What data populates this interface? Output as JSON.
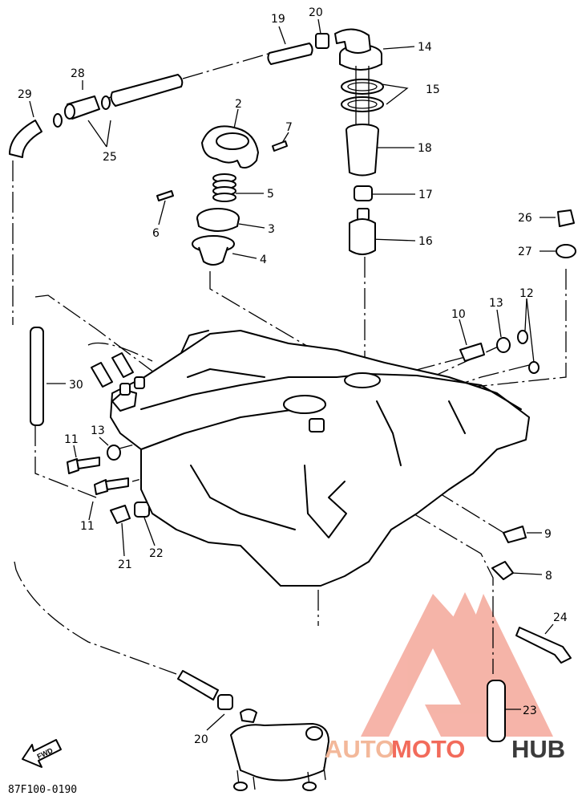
{
  "diagram": {
    "callouts": [
      {
        "id": "label-19",
        "text": "19"
      },
      {
        "id": "label-20-top",
        "text": "20"
      },
      {
        "id": "label-14",
        "text": "14"
      },
      {
        "id": "label-15",
        "text": "15"
      },
      {
        "id": "label-28",
        "text": "28"
      },
      {
        "id": "label-29",
        "text": "29"
      },
      {
        "id": "label-25",
        "text": "25"
      },
      {
        "id": "label-2",
        "text": "2"
      },
      {
        "id": "label-7",
        "text": "7"
      },
      {
        "id": "label-18",
        "text": "18"
      },
      {
        "id": "label-5",
        "text": "5"
      },
      {
        "id": "label-17",
        "text": "17"
      },
      {
        "id": "label-6",
        "text": "6"
      },
      {
        "id": "label-3",
        "text": "3"
      },
      {
        "id": "label-26",
        "text": "26"
      },
      {
        "id": "label-16",
        "text": "16"
      },
      {
        "id": "label-4",
        "text": "4"
      },
      {
        "id": "label-27",
        "text": "27"
      },
      {
        "id": "label-10",
        "text": "10"
      },
      {
        "id": "label-13-right",
        "text": "13"
      },
      {
        "id": "label-12",
        "text": "12"
      },
      {
        "id": "label-30",
        "text": "30"
      },
      {
        "id": "label-11-top",
        "text": "11"
      },
      {
        "id": "label-13-left",
        "text": "13"
      },
      {
        "id": "label-11-bottom",
        "text": "11"
      },
      {
        "id": "label-9",
        "text": "9"
      },
      {
        "id": "label-21",
        "text": "21"
      },
      {
        "id": "label-22",
        "text": "22"
      },
      {
        "id": "label-8",
        "text": "8"
      },
      {
        "id": "label-24",
        "text": "24"
      },
      {
        "id": "label-23",
        "text": "23"
      },
      {
        "id": "label-20-bottom",
        "text": "20"
      }
    ],
    "fwd_label": "FWD",
    "figure_code": "87F100-0190"
  },
  "watermark": {
    "part_a": "AUTO",
    "part_b": "MOTO",
    "part_c": "HUB",
    "colors": {
      "triangle": "#f4a79a",
      "auto": "#f3b89a",
      "moto": "#f26b5b",
      "hub": "#3b3b3b"
    }
  }
}
